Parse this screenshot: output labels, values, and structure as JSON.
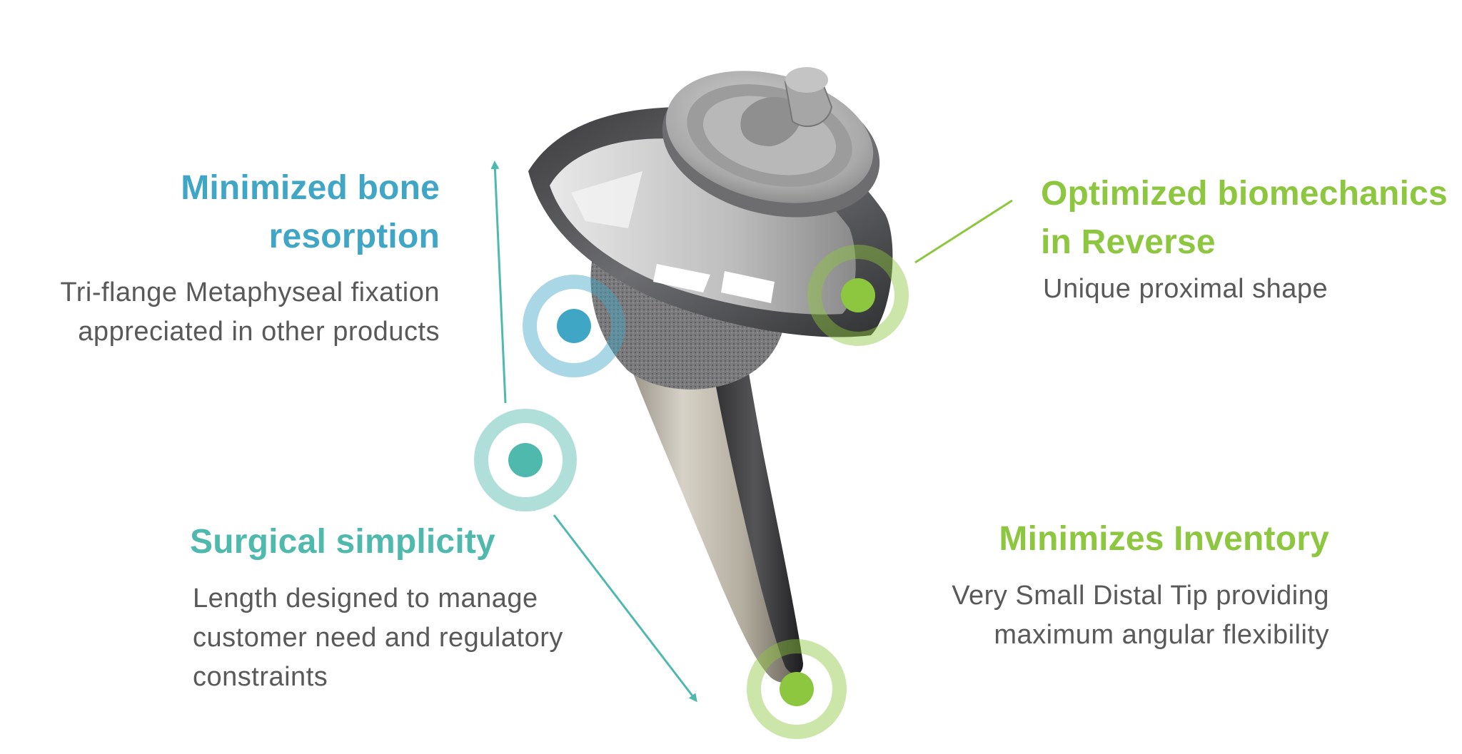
{
  "colors": {
    "blue": "#40a6c6",
    "teal": "#4fb9ae",
    "green": "#8dc63f",
    "text_gray": "#595959"
  },
  "features": {
    "bone_resorption": {
      "title_lines": [
        "Minimized bone",
        "resorption"
      ],
      "desc_lines": [
        "Tri-flange Metaphyseal fixation",
        "appreciated in other products"
      ],
      "color": "#40a6c6"
    },
    "biomechanics": {
      "title_lines": [
        "Optimized biomechanics",
        "in Reverse"
      ],
      "desc_lines": [
        "Unique proximal shape"
      ],
      "color": "#8dc63f"
    },
    "surgical": {
      "title_lines": [
        "Surgical simplicity"
      ],
      "desc_lines": [
        "Length designed to manage",
        "customer need and regulatory",
        "constraints"
      ],
      "color": "#4fb9ae"
    },
    "inventory": {
      "title_lines": [
        "Minimizes Inventory"
      ],
      "desc_lines": [
        "Very Small Distal Tip providing",
        "maximum angular flexibility"
      ],
      "color": "#8dc63f"
    }
  },
  "icons": {
    "implant": "humeral-stem-implant-illustration",
    "marker": "concentric-ring-marker-icon"
  }
}
